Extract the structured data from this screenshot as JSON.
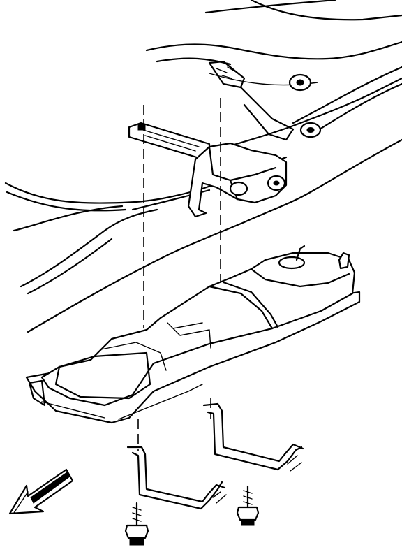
{
  "diagram": {
    "style": "black line-art exploded view",
    "colors": {
      "ink": "#000000",
      "background": "#ffffff"
    },
    "parts": [
      {
        "id": "vehicle-frame-rail",
        "icon": "frame-rail"
      },
      {
        "id": "fuel-tank",
        "icon": "fuel-tank"
      },
      {
        "id": "fuel-tank-strap-left",
        "icon": "strap"
      },
      {
        "id": "fuel-tank-strap-right",
        "icon": "strap"
      },
      {
        "id": "strap-bolt-left",
        "icon": "bolt"
      },
      {
        "id": "strap-bolt-right",
        "icon": "bolt"
      },
      {
        "id": "front-direction-arrow",
        "icon": "arrow-icon"
      }
    ]
  }
}
